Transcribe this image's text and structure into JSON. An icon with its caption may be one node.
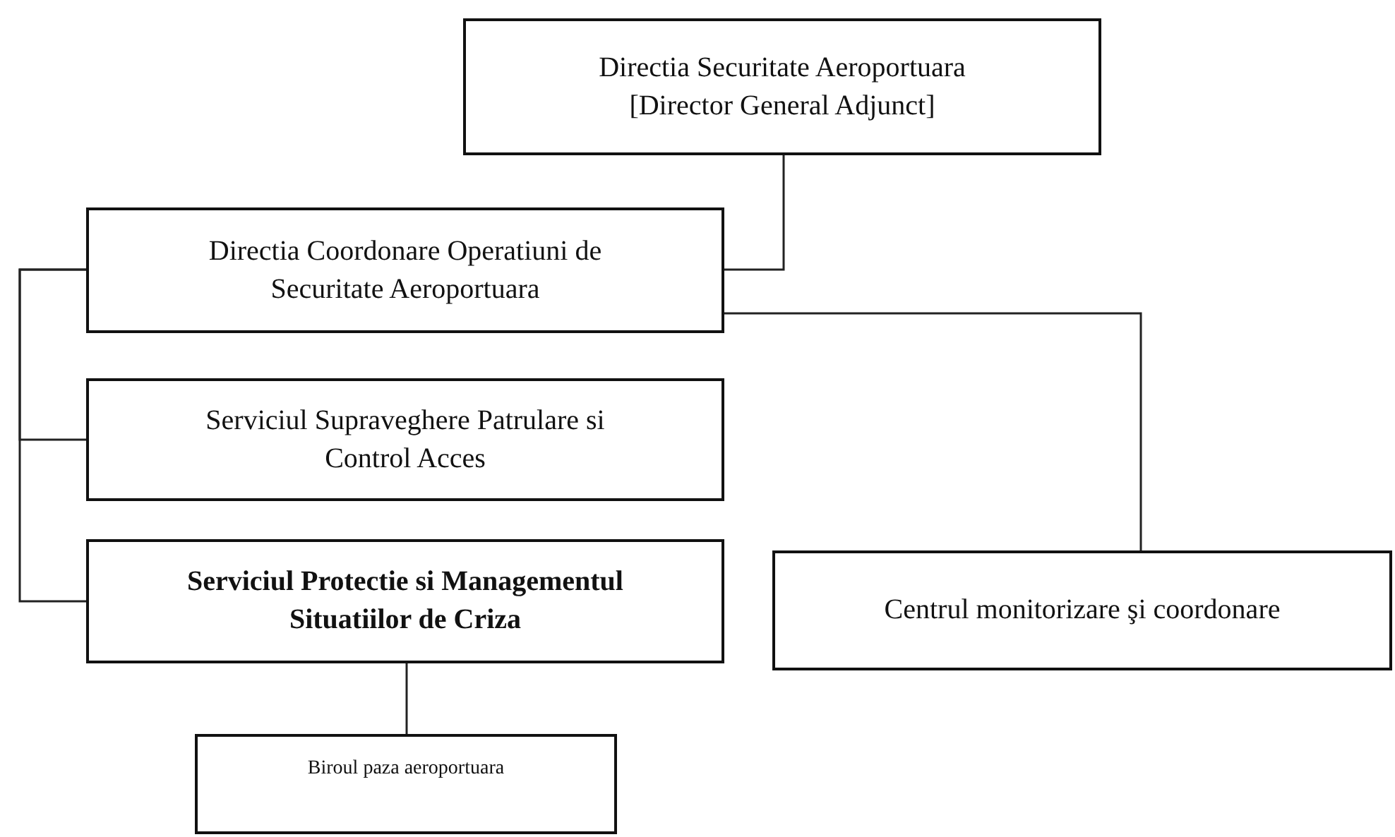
{
  "diagram": {
    "nodes": [
      {
        "text": [
          "Directia Securitate Aeroportuara",
          "[Director General Adjunct]"
        ]
      },
      {
        "text": [
          "Directia Coordonare Operatiuni de Securitate Aeroportuara"
        ]
      },
      {
        "text": [
          "Serviciul Supraveghere Patrulare si Control Acces"
        ]
      },
      {
        "text": [
          "Serviciul Protectie si Managementul Situatiilor de Criza"
        ]
      },
      {
        "text": [
          "Centrul monitorizare şi coordonare"
        ]
      },
      {
        "text": [
          "Biroul paza aeroportuara"
        ]
      }
    ],
    "edges": [
      {
        "from": 0,
        "to": 1,
        "arrow": "none"
      },
      {
        "from": 1,
        "to": 2,
        "arrow": "none"
      },
      {
        "from": 1,
        "to": 3,
        "arrow": "none"
      },
      {
        "from": 1,
        "to": 4,
        "arrow": "none"
      },
      {
        "from": 3,
        "to": 5,
        "arrow": "none"
      }
    ]
  }
}
